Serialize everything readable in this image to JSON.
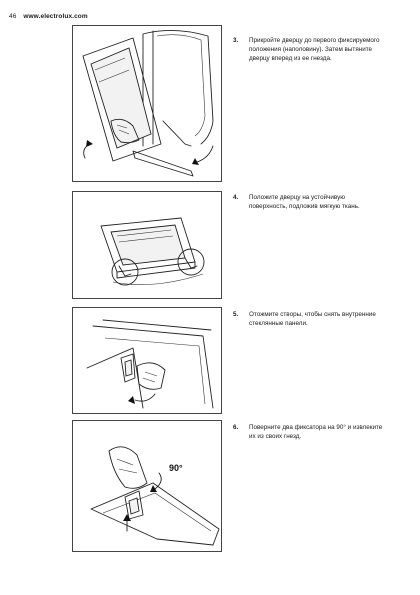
{
  "header": {
    "page_number": "46",
    "website": "www.electrolux.com"
  },
  "steps": [
    {
      "number": "3.",
      "text": "Прикройте дверцу до первого фиксируемого положения (наполовину). Затем вытяните дверцу вперед из ее гнезда."
    },
    {
      "number": "4.",
      "text": "Положите дверцу на устойчивую поверхность, подложив мягкую ткань."
    },
    {
      "number": "5.",
      "text": "Отожмите створы, чтобы снять внутренние стеклянные панели."
    },
    {
      "number": "6.",
      "text": "Поверните два фиксатора на 90° и извлеките их из своих гнезд."
    }
  ],
  "figures": {
    "fig6_angle_label": "90°"
  },
  "icons": {
    "rotate_arrow": "curved-arrow-icon"
  }
}
